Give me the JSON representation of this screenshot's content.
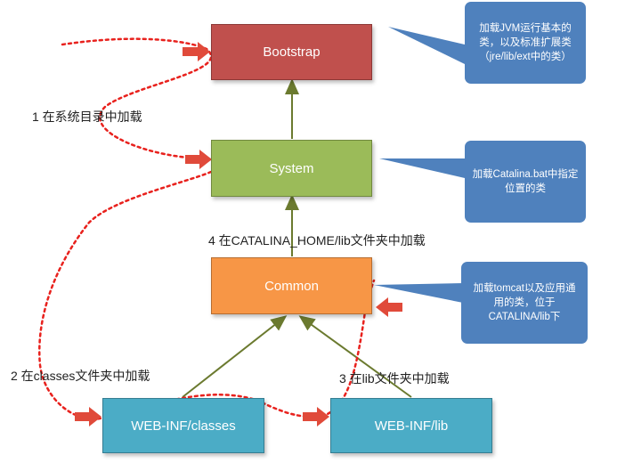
{
  "boxes": {
    "bootstrap": {
      "label": "Bootstrap",
      "color": "#c0504d",
      "border": "#8c3836"
    },
    "system": {
      "label": "System",
      "color": "#9bbb59",
      "border": "#71893f"
    },
    "common": {
      "label": "Common",
      "color": "#f79646",
      "border": "#b66d31"
    },
    "webinf_classes": {
      "label": "WEB-INF/classes",
      "color": "#4bacc6",
      "border": "#357d91"
    },
    "webinf_lib": {
      "label": "WEB-INF/lib",
      "color": "#4bacc6",
      "border": "#357d91"
    }
  },
  "callouts": {
    "bootstrap_note": {
      "text": "加载JVM运行基本的类，以及标准扩展类（jre/lib/ext中的类）",
      "color": "#4f81bd"
    },
    "system_note": {
      "text": "加载Catalina.bat中指定位置的类",
      "color": "#4f81bd"
    },
    "common_note": {
      "text": "加载tomcat以及应用通用的类，位于CATALINA/lib下",
      "color": "#4f81bd"
    }
  },
  "labels": {
    "step1": "1 在系统目录中加载",
    "step2": "2 在classes文件夹中加载",
    "step3": "3 在lib文件夹中加载",
    "step4": "4 在CATALINA_HOME/lib文件夹中加载"
  },
  "colors": {
    "arrow": "#6b7a2f",
    "dotted_path": "#e8211d",
    "pointer_arrow": "#e04a3a"
  }
}
